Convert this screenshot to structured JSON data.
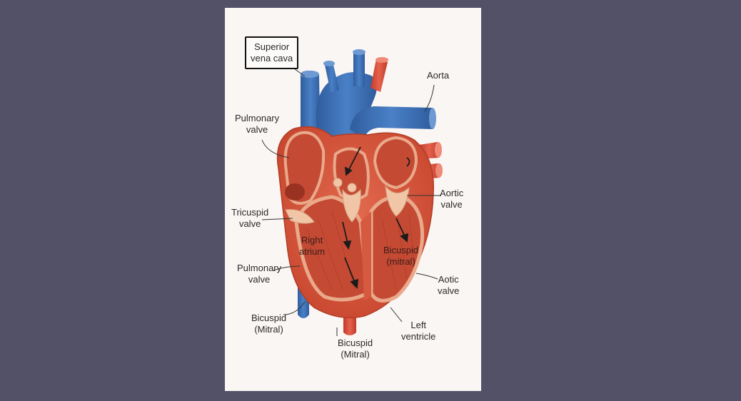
{
  "diagram": {
    "labels": {
      "superior_vena_cava": "Superior\nvena cava",
      "aorta": "Aorta",
      "pulmonary_valve_top": "Pulmonary\nvalve",
      "aortic_valve_right": "Aortic\nvalve",
      "tricuspid_valve": "Tricuspid\nvalve",
      "right_atrium": "Right\natrium",
      "bicuspid_mitral_inner": "Bicuspid\n(mitral)",
      "pulmonary_valve_bottom": "Pulmonary\nvalve",
      "aotic_valve": "Aotic\nvalve",
      "bicuspid_mitral_left": "Bicuspid\n(Mitral)",
      "bicuspid_mitral_center": "Bicuspid\n(Mitral)",
      "left_ventricle": "Left\nventricle"
    },
    "colors": {
      "background": "#535168",
      "card": "#faf6f3",
      "vessel_blue": "#3f72b8",
      "vessel_red": "#d9503e",
      "muscle": "#d4583f",
      "chamber_inner": "#c44a34",
      "valve_tissue": "#f0c6a6"
    }
  }
}
